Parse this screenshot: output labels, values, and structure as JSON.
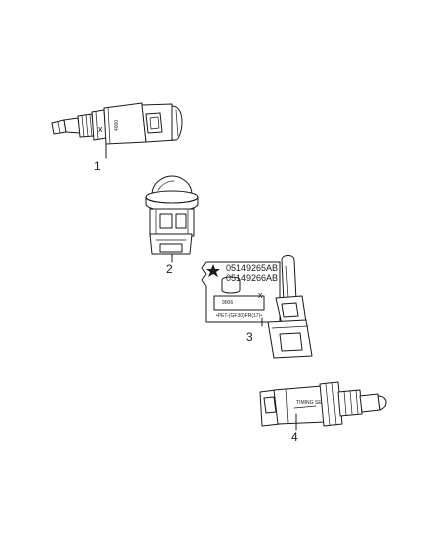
{
  "parts": [
    {
      "callout": "1",
      "mark": "x",
      "body_mark": "4000"
    },
    {
      "callout": "2"
    },
    {
      "callout": "3",
      "mark": "x",
      "part_numbers": [
        "05149265AB",
        "05149266AB"
      ],
      "code": "9006",
      "note": "•PET-(GF30)FR(17)•"
    },
    {
      "callout": "4",
      "body_mark": "TIMING SENSOR"
    }
  ]
}
